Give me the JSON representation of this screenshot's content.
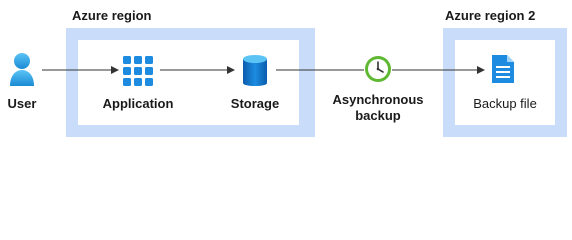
{
  "regions": {
    "primary": {
      "title": "Azure region"
    },
    "secondary": {
      "title": "Azure region 2"
    }
  },
  "nodes": {
    "user": {
      "label": "User",
      "icon": "user-icon"
    },
    "application": {
      "label": "Application",
      "icon": "application-grid-icon"
    },
    "storage": {
      "label": "Storage",
      "icon": "storage-cylinder-icon"
    },
    "async_backup": {
      "label_line1": "Asynchronous",
      "label_line2": "backup",
      "icon": "clock-icon"
    },
    "backup_file": {
      "label": "Backup file",
      "icon": "file-icon"
    }
  },
  "colors": {
    "region_fill": "#c9dcfa",
    "icon_blue": "#1d8ce0",
    "clock_green": "#5fb832",
    "line": "#333333"
  }
}
